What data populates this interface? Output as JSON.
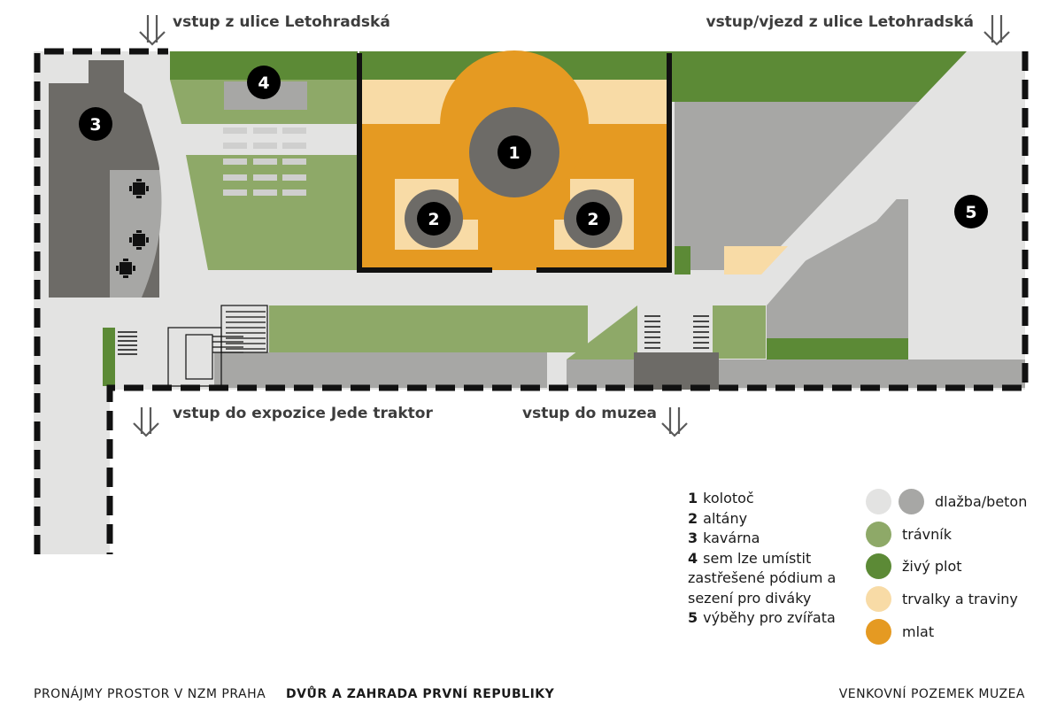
{
  "entrances": {
    "top_left": "vstup z ulice Letohradská",
    "top_right": "vstup/vjezd  z ulice Letohradská",
    "bottom_left": "vstup do expozice Jede traktor",
    "bottom_center": "vstup do muzea"
  },
  "map_markers": [
    "1",
    "2",
    "2",
    "3",
    "4",
    "5"
  ],
  "legend": [
    {
      "num": "1",
      "text": "kolotoč"
    },
    {
      "num": "2",
      "text": "altány"
    },
    {
      "num": "3",
      "text": "kavárna"
    },
    {
      "num": "4",
      "text": "sem lze umístit zastřešené pódium a sezení pro diváky"
    },
    {
      "num": "5",
      "text": "výběhy pro zvířata"
    }
  ],
  "surface_legend": [
    {
      "label": "dlažba/beton",
      "colors": [
        "#e3e3e2",
        "#a7a7a5"
      ]
    },
    {
      "label": "trávník",
      "colors": [
        "#8ea968"
      ]
    },
    {
      "label": "živý plot",
      "colors": [
        "#5c8a36"
      ]
    },
    {
      "label": "trvalky a traviny",
      "colors": [
        "#f8dba6"
      ]
    },
    {
      "label": "mlat",
      "colors": [
        "#e59a22"
      ]
    }
  ],
  "footer": {
    "left": "PRONÁJMY PROSTOR V NZM PRAHA",
    "center": "DVŮR A ZAHRADA PRVNÍ REPUBLIKY",
    "right": "VENKOVNÍ POZEMEK MUZEA"
  }
}
